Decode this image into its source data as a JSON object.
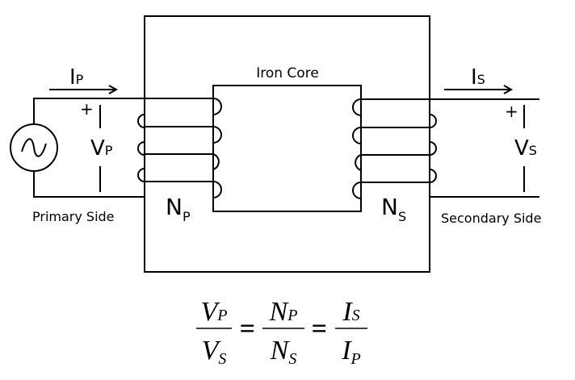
{
  "labels": {
    "core": "Iron Core",
    "primary_side": "Primary Side",
    "secondary_side": "Secondary Side",
    "ip_main": "I",
    "ip_sub": "P",
    "is_main": "I",
    "is_sub": "S",
    "vp_main": "V",
    "vp_sub": "P",
    "vs_main": "V",
    "vs_sub": "S",
    "np_main": "N",
    "np_sub": "P",
    "ns_main": "N",
    "ns_sub": "S",
    "plus": "+"
  },
  "equation": {
    "f1_num": "V",
    "f1_num_sub": "P",
    "f1_den": "V",
    "f1_den_sub": "S",
    "f2_num": "N",
    "f2_num_sub": "P",
    "f2_den": "N",
    "f2_den_sub": "S",
    "f3_num": "I",
    "f3_num_sub": "S",
    "f3_den": "I",
    "f3_den_sub": "P",
    "equals": "="
  },
  "icons": {
    "source": "ac-voltage-source-icon"
  }
}
